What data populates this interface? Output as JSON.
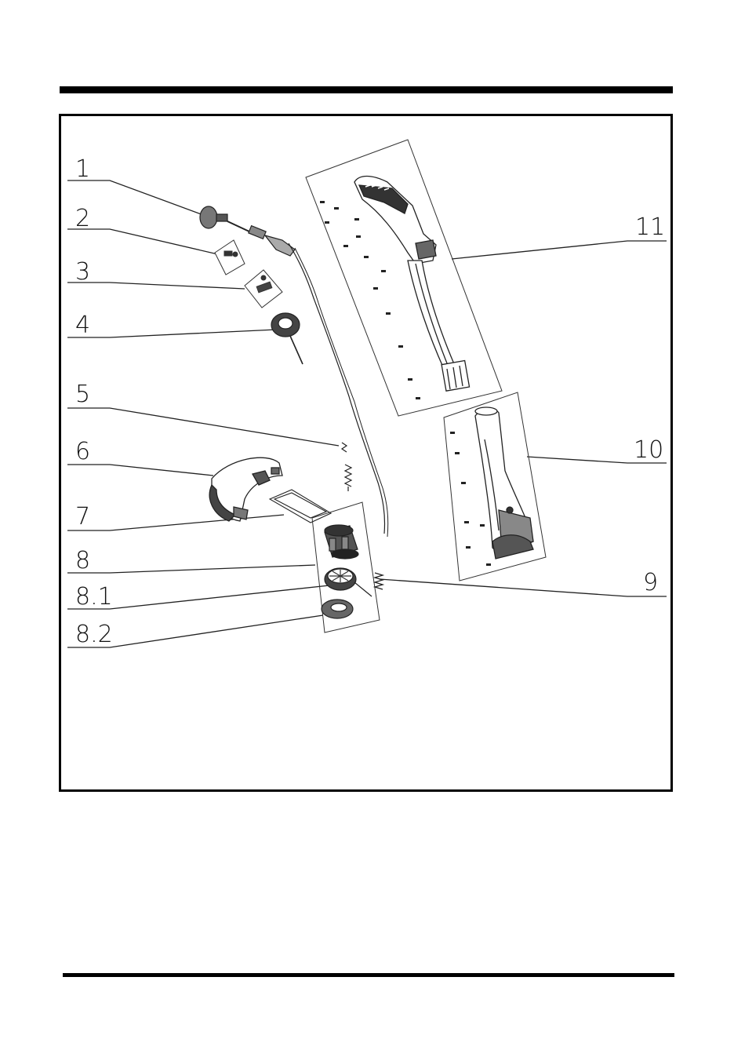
{
  "diagram": {
    "callouts": [
      {
        "id": "1",
        "label": "1"
      },
      {
        "id": "2",
        "label": "2"
      },
      {
        "id": "3",
        "label": "3"
      },
      {
        "id": "4",
        "label": "4"
      },
      {
        "id": "5",
        "label": "5"
      },
      {
        "id": "6",
        "label": "6"
      },
      {
        "id": "7",
        "label": "7"
      },
      {
        "id": "8",
        "label": "8"
      },
      {
        "id": "8.1",
        "label": "8.1"
      },
      {
        "id": "8.2",
        "label": "8.2"
      },
      {
        "id": "9",
        "label": "9"
      },
      {
        "id": "10",
        "label": "10"
      },
      {
        "id": "11",
        "label": "11"
      }
    ]
  }
}
